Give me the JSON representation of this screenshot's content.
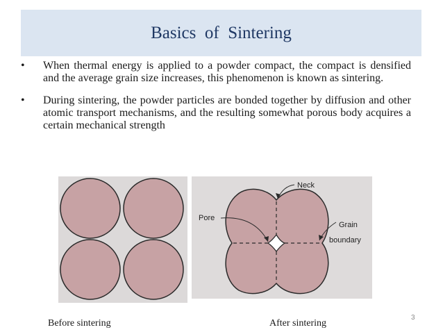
{
  "slide": {
    "title": "Basics  of  Sintering",
    "bullets": [
      "When thermal energy is applied to a powder compact, the compact is densified and the average grain size increases, this phenomenon is known as sintering.",
      " During sintering, the powder particles are bonded together by diffusion and other atomic transport mechanisms, and the resulting somewhat porous body acquires a certain mechanical strength"
    ],
    "bullet_symbol": "•",
    "figure_labels": {
      "neck": "Neck",
      "pore": "Pore",
      "grain": "Grain",
      "boundary": "boundary"
    },
    "captions": {
      "before": "Before sintering",
      "after": "After sintering"
    },
    "slide_number": "3"
  },
  "colors": {
    "title_bg": "#dbe5f1",
    "title_text": "#1f3864",
    "particle_fill": "#c7a2a4",
    "particle_stroke": "#2a2a2a"
  }
}
